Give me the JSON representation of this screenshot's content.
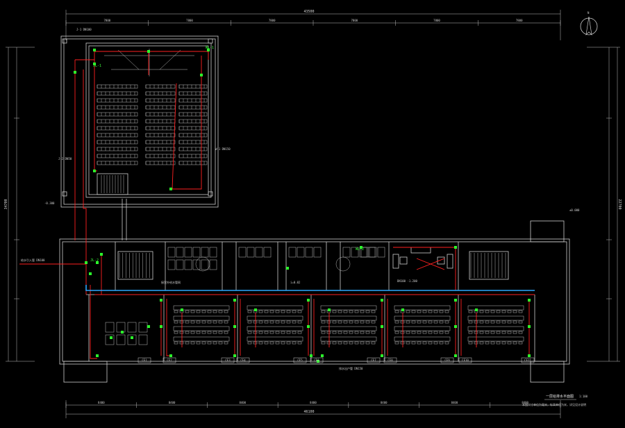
{
  "drawing": {
    "title": "一层给排水平面图",
    "scale": "1:100",
    "note": "本图尺寸单位为毫米，标高单位为米，详见设计说明",
    "colors": {
      "background": "#000000",
      "walls": "#cfcfcf",
      "pipe_red": "#ff2020",
      "pipe_blue": "#2aa8ff",
      "fixture_green": "#2cff2c"
    },
    "overall_dims": {
      "top": "43500",
      "bottom": "46100",
      "left": "34700",
      "right": "22700"
    },
    "top_segments": [
      "7800",
      "7800",
      "7800",
      "7800",
      "7800",
      "7800"
    ],
    "bottom_segments": [
      "8400",
      "8400",
      "8400",
      "8400",
      "8400",
      "8400",
      "8400"
    ],
    "room_tags": [
      "CE1",
      "CE2",
      "CE3",
      "CE4",
      "CE5",
      "CE6",
      "CE7",
      "CE8",
      "CE9",
      "CE10",
      "CE11"
    ],
    "annotations": [
      {
        "id": "a1",
        "text": "J-1 DN100"
      },
      {
        "id": "a2",
        "text": "W-1 DN150"
      },
      {
        "id": "a3",
        "text": "J-2 DN50"
      },
      {
        "id": "a4",
        "text": "给水引入管 DN100"
      },
      {
        "id": "a5",
        "text": "排水出户管 DN150"
      },
      {
        "id": "a6",
        "text": "JL-1"
      },
      {
        "id": "a7",
        "text": "WL-1"
      },
      {
        "id": "a8",
        "text": "JL-2"
      },
      {
        "id": "a9",
        "text": "WL-2"
      },
      {
        "id": "a10",
        "text": "-0.300"
      },
      {
        "id": "a11",
        "text": "±0.000"
      },
      {
        "id": "a12",
        "text": "i=0.02"
      },
      {
        "id": "a13",
        "text": "DN100 -1.200"
      },
      {
        "id": "a14",
        "text": "接室外给水管网"
      }
    ]
  }
}
